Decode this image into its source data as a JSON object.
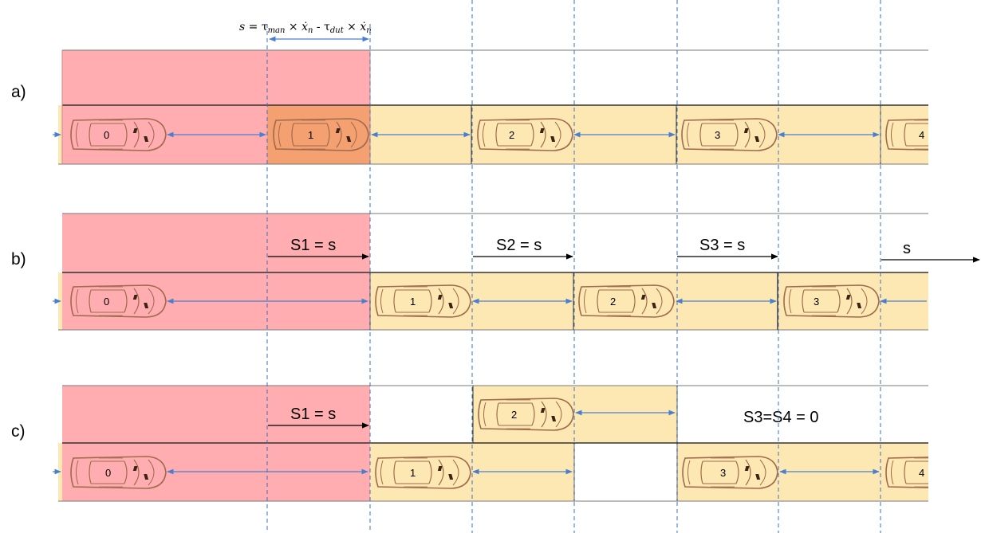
{
  "formula": "s = τman × ẋn - τdut × ẋn",
  "formula_parts": {
    "s": "s",
    "eq": " = τ",
    "man": "man",
    "times1": " × ",
    "x1": "ẋ",
    "n1": "n",
    "minus": " - τ",
    "dut": "dut",
    "times2": " × ",
    "x2": "ẋ",
    "n2": "n"
  },
  "panels": [
    {
      "label": "a)",
      "cars": [
        {
          "number": "0",
          "highlighted": false
        },
        {
          "number": "1",
          "highlighted": true
        },
        {
          "number": "2",
          "highlighted": false
        },
        {
          "number": "3",
          "highlighted": false
        },
        {
          "number": "4",
          "highlighted": false
        }
      ]
    },
    {
      "label": "b)",
      "gap_labels": [
        "S1 = s",
        "S2 = s",
        "S3 = s",
        "s"
      ],
      "cars": [
        {
          "number": "0",
          "highlighted": false
        },
        {
          "number": "1",
          "highlighted": false
        },
        {
          "number": "2",
          "highlighted": false
        },
        {
          "number": "3",
          "highlighted": false
        }
      ]
    },
    {
      "label": "c)",
      "gap_labels": [
        "S1 = s"
      ],
      "note": "S3=S4 = 0",
      "cars": [
        {
          "number": "0",
          "highlighted": false
        },
        {
          "number": "2",
          "highlighted": false
        },
        {
          "number": "1",
          "highlighted": false
        },
        {
          "number": "3",
          "highlighted": false
        },
        {
          "number": "4",
          "highlighted": false
        }
      ]
    }
  ],
  "colors": {
    "unsafe_zone": "#ffadb1",
    "gap_zone": "#fde8b3",
    "highlight_car": "#f4a070",
    "spacing_arrow": "#4a7fcf",
    "guide_line": "#3a6fc4"
  }
}
